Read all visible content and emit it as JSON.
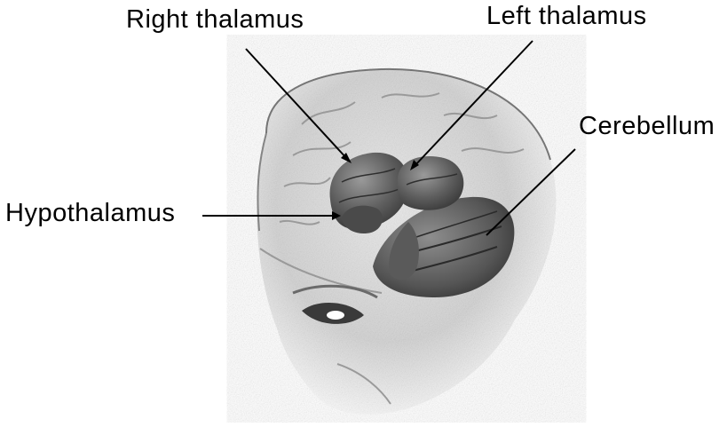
{
  "labels": {
    "right_thalamus": "Right thalamus",
    "left_thalamus": "Left thalamus",
    "cerebellum": "Cerebellum",
    "hypothalamus": "Hypothalamus"
  },
  "colors": {
    "background": "#ffffff",
    "head_shading": "#c8c8c8",
    "brain_structure": "#6a6a6a",
    "leader_line": "#000000"
  }
}
